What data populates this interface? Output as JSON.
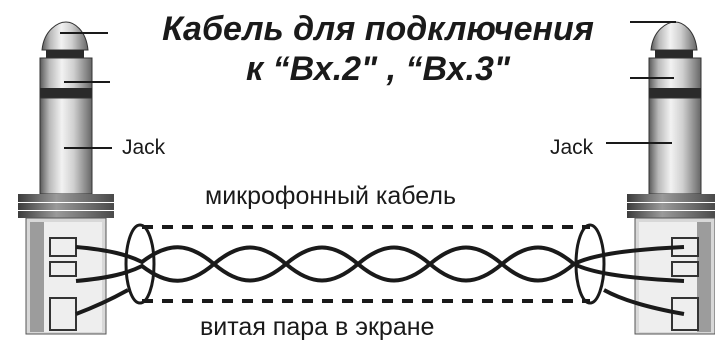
{
  "title": {
    "line1": "Кабель для подключения",
    "line2": "к “Вх.2\" , “Вх.3\""
  },
  "labels": {
    "jack_left": "Jack",
    "jack_right": "Jack",
    "mic_cable": "микрофонный кабель",
    "twisted_pair": "витая пара в экране"
  },
  "colors": {
    "ink": "#1a1a1a",
    "metal_light": "#e2e2e2",
    "metal_dark": "#6c6c6c"
  }
}
